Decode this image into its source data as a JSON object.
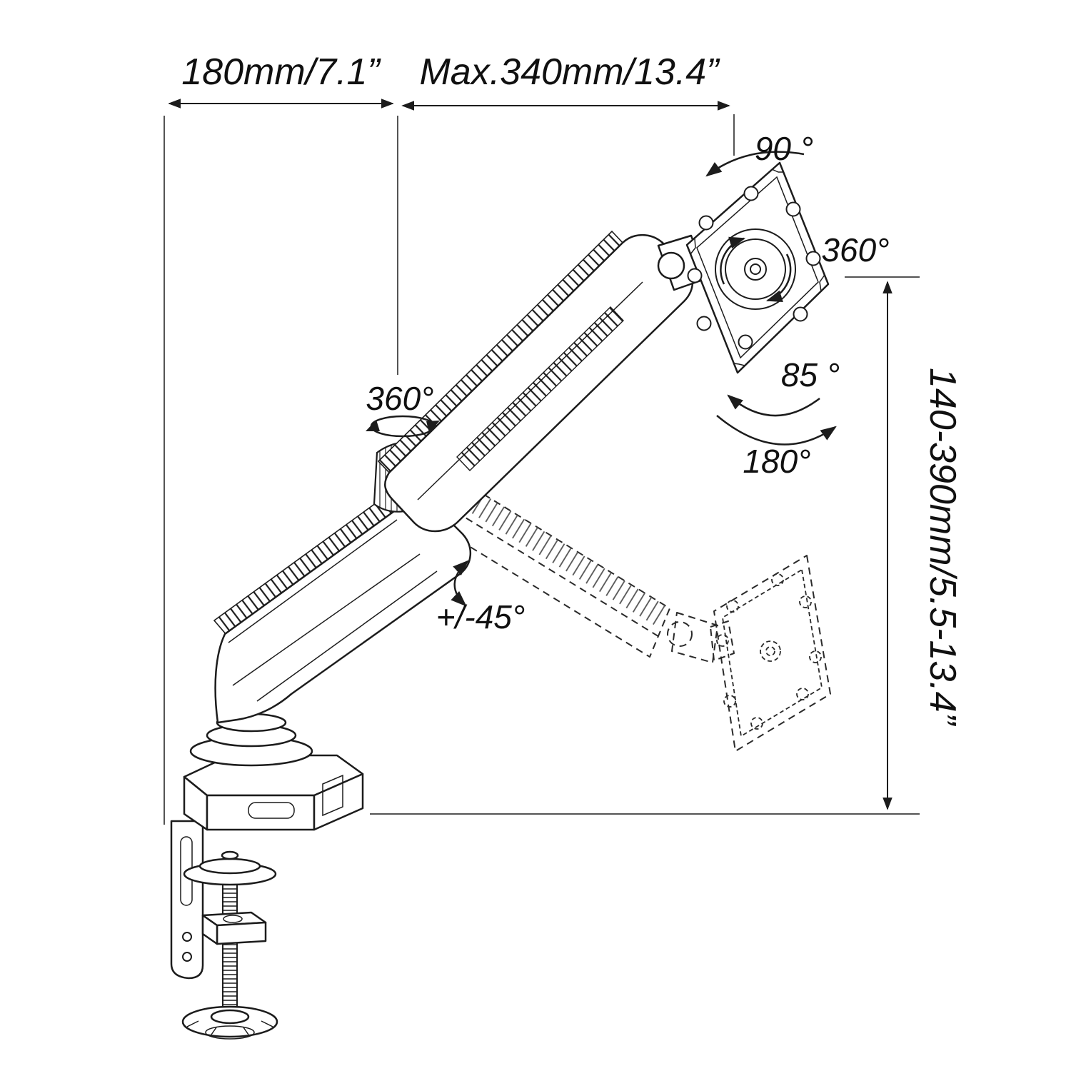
{
  "diagram": {
    "type": "technical-line-drawing",
    "subject": "Gas spring single-monitor desk mount arm with articulation and dimension callouts",
    "colors": {
      "background": "#ffffff",
      "line": "#1c1c1c",
      "text": "#101010"
    },
    "dimensions": {
      "base_width": "180mm/7.1”",
      "max_extension": "Max.340mm/13.4”",
      "height_range": "140-390mm/5.5-13.4”"
    },
    "angles": {
      "vesa_rotation": "90 °",
      "vesa_swivel": "360°",
      "vesa_tilt_up": "85 °",
      "vesa_tilt_range": "180°",
      "arm_base_rotation": "360°",
      "arm_swivel": "+/-45°"
    }
  }
}
